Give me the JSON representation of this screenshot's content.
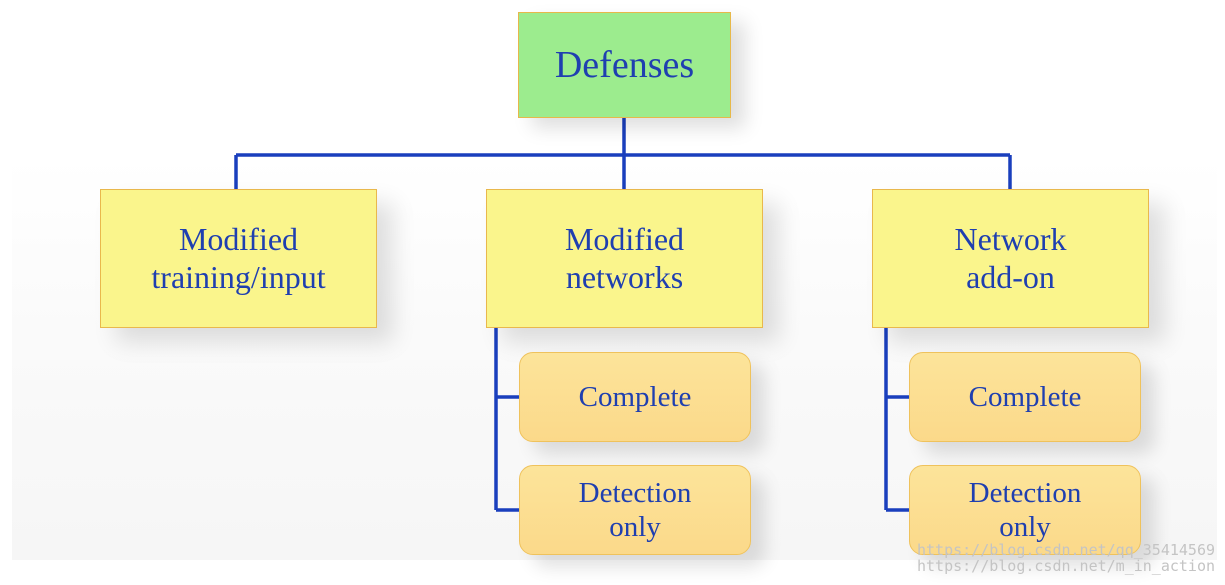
{
  "diagram": {
    "root": {
      "label": "Defenses"
    },
    "categories": [
      {
        "label": "Modified\ntraining/input"
      },
      {
        "label": "Modified\nnetworks"
      },
      {
        "label": "Network\nadd-on"
      }
    ],
    "networks_children": [
      {
        "label": "Complete"
      },
      {
        "label": "Detection\nonly"
      }
    ],
    "addon_children": [
      {
        "label": "Complete"
      },
      {
        "label": "Detection\nonly"
      }
    ]
  },
  "colors": {
    "connector": "#1a3fbd",
    "text": "#1f3fb0",
    "root_fill": "#9cec8e",
    "category_fill": "#faf58c",
    "sub_fill": "#fbd98a",
    "border": "#e9b84c"
  },
  "watermark": {
    "line1": "https://blog.csdn.net/qq_35414569",
    "line2": "https://blog.csdn.net/m_in_action"
  }
}
